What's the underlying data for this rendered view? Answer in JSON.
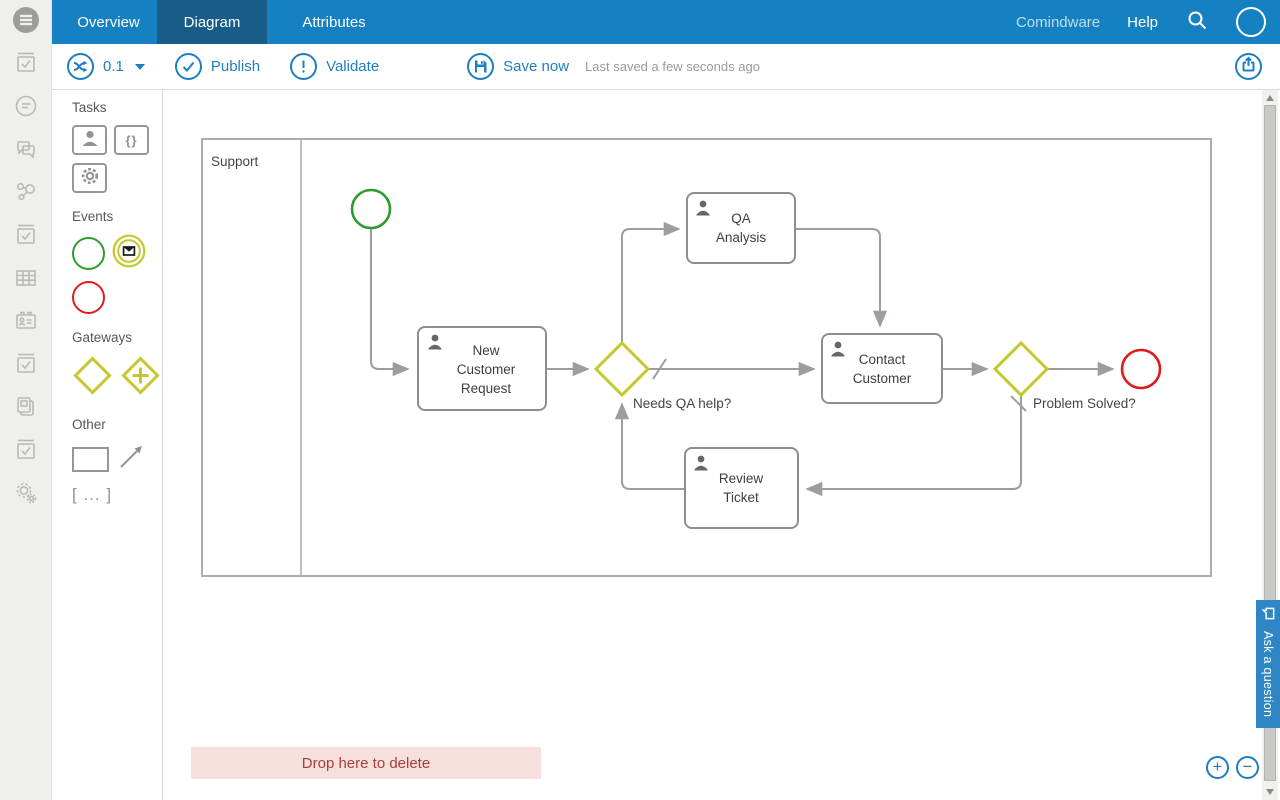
{
  "topbar": {
    "brand": "Comindware",
    "help_label": "Help",
    "tabs": [
      {
        "label": "Overview"
      },
      {
        "label": "Diagram"
      },
      {
        "label": "Attributes"
      }
    ]
  },
  "toolbar": {
    "version_label": "0.1",
    "publish_label": "Publish",
    "validate_label": "Validate",
    "save_label": "Save now",
    "last_saved": "Last saved a few seconds ago"
  },
  "palette": {
    "tasks_title": "Tasks",
    "events_title": "Events",
    "gateways_title": "Gateways",
    "other_title": "Other",
    "script_task_glyph": "{}",
    "group_glyph": "[ ... ]"
  },
  "diagram": {
    "lane_label": "Support",
    "tasks": {
      "new_customer_request": "New Customer Request",
      "qa_analysis": "QA Analysis",
      "contact_customer": "Contact Customer",
      "review_ticket": "Review Ticket"
    },
    "gateway_labels": {
      "needs_qa_help": "Needs QA help?",
      "problem_solved": "Problem Solved?"
    }
  },
  "footer": {
    "drop_delete_label": "Drop here to delete"
  },
  "side_widget": {
    "ask_question_label": "Ask a question"
  },
  "zoom_controls": {
    "zoom_in": "+",
    "zoom_out": "−"
  },
  "colors": {
    "topbar_blue": "#1581c2",
    "active_tab_blue": "#175d87",
    "accent_blue": "#1e7ec2",
    "start_green": "#2e9b2e",
    "end_red": "#e01b1b",
    "gateway_yellow": "#c5c82d",
    "edge_gray": "#9b9ea0",
    "delete_zone_bg": "#f7dfdd",
    "delete_zone_text": "#a2403c"
  }
}
